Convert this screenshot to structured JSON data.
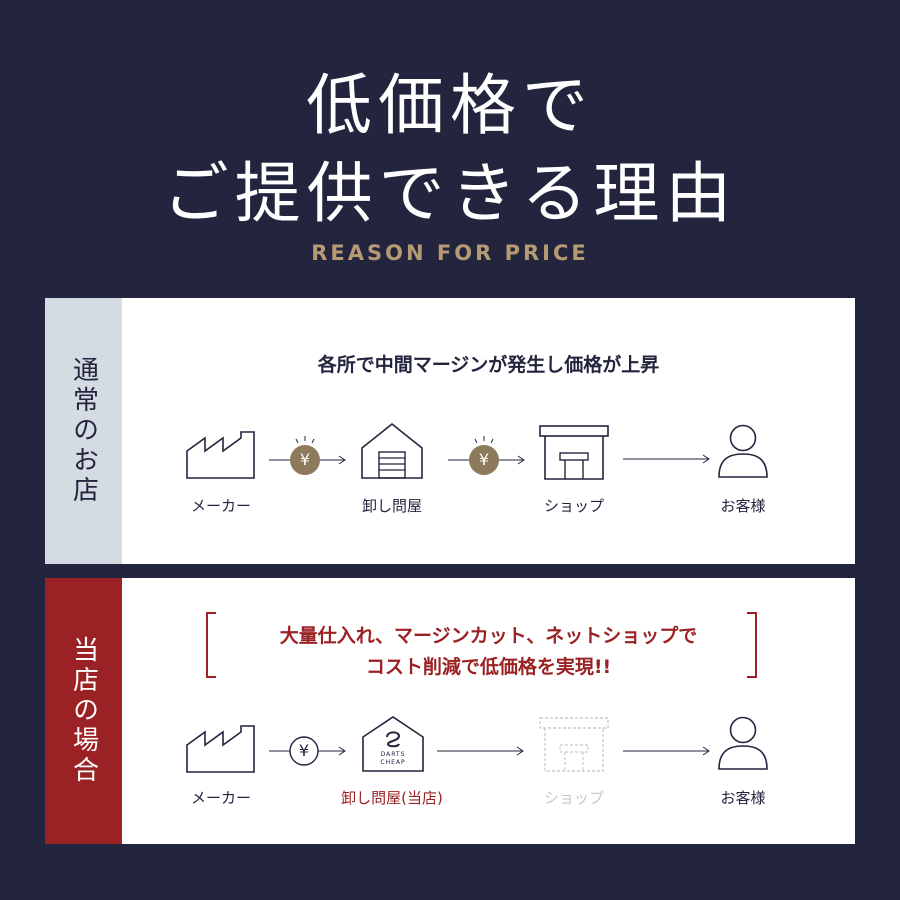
{
  "title": {
    "line1": "低価格で",
    "line2": "ご提供できる理由",
    "subtitle": "REASON FOR PRICE"
  },
  "normal_store": {
    "side_label": "通常のお店",
    "headline": "各所で中間マージンが発生し価格が上昇",
    "yen_symbol": "¥",
    "steps": [
      "メーカー",
      "卸し問屋",
      "ショップ",
      "お客様"
    ]
  },
  "our_store": {
    "side_label": "当店の場合",
    "headline_line1": "大量仕入れ、マージンカット、ネットショップで",
    "headline_line2": "コスト削減で低価格を実現!!",
    "yen_symbol": "¥",
    "house_text_line1": "DARTS",
    "house_text_line2": "CHEAP",
    "steps": [
      "メーカー",
      "卸し問屋(当店)",
      "ショップ",
      "お客様"
    ]
  },
  "colors": {
    "background": "#23253e",
    "accent_gold": "#b69a74",
    "accent_red": "#9b2224",
    "side_gray": "#d4dbe2"
  }
}
